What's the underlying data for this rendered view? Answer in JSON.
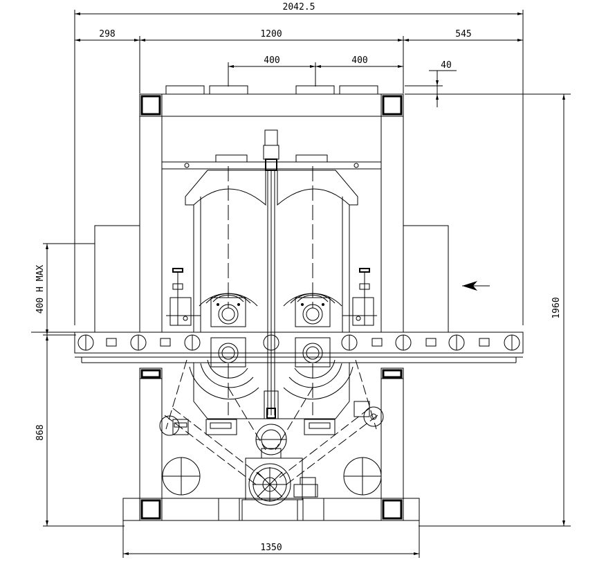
{
  "dimensions": {
    "overall_width": "2042.5",
    "left_offset": "298",
    "center_width": "1200",
    "right_offset": "545",
    "roller_spacing_left": "400",
    "roller_spacing_right": "400",
    "gap": "40",
    "height": "1960",
    "max_height": "400 H MAX",
    "base_height": "868",
    "base_width": "1350"
  }
}
